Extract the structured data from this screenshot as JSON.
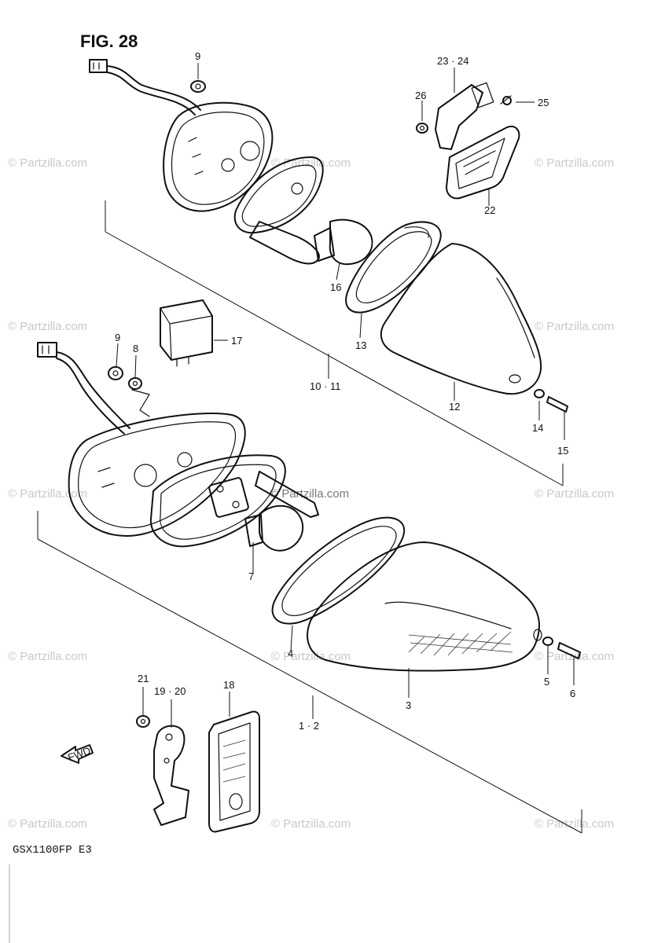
{
  "figure": {
    "title": "FIG. 28",
    "model_code": "GSX1100FP E3",
    "fwd_label": "FWD"
  },
  "watermark": {
    "text": "© Partzilla.com"
  },
  "callouts": {
    "c9_top": "9",
    "c23_24": "23 · 24",
    "c26": "26",
    "c25": "25",
    "c22": "22",
    "c16": "16",
    "c13": "13",
    "c17": "17",
    "c9_mid": "9",
    "c8": "8",
    "c10_11": "10 · 11",
    "c12": "12",
    "c14": "14",
    "c15": "15",
    "c7": "7",
    "c4": "4",
    "c3": "3",
    "c5": "5",
    "c6": "6",
    "c1_2": "1 · 2",
    "c21": "21",
    "c19_20": "19 · 20",
    "c18": "18"
  }
}
